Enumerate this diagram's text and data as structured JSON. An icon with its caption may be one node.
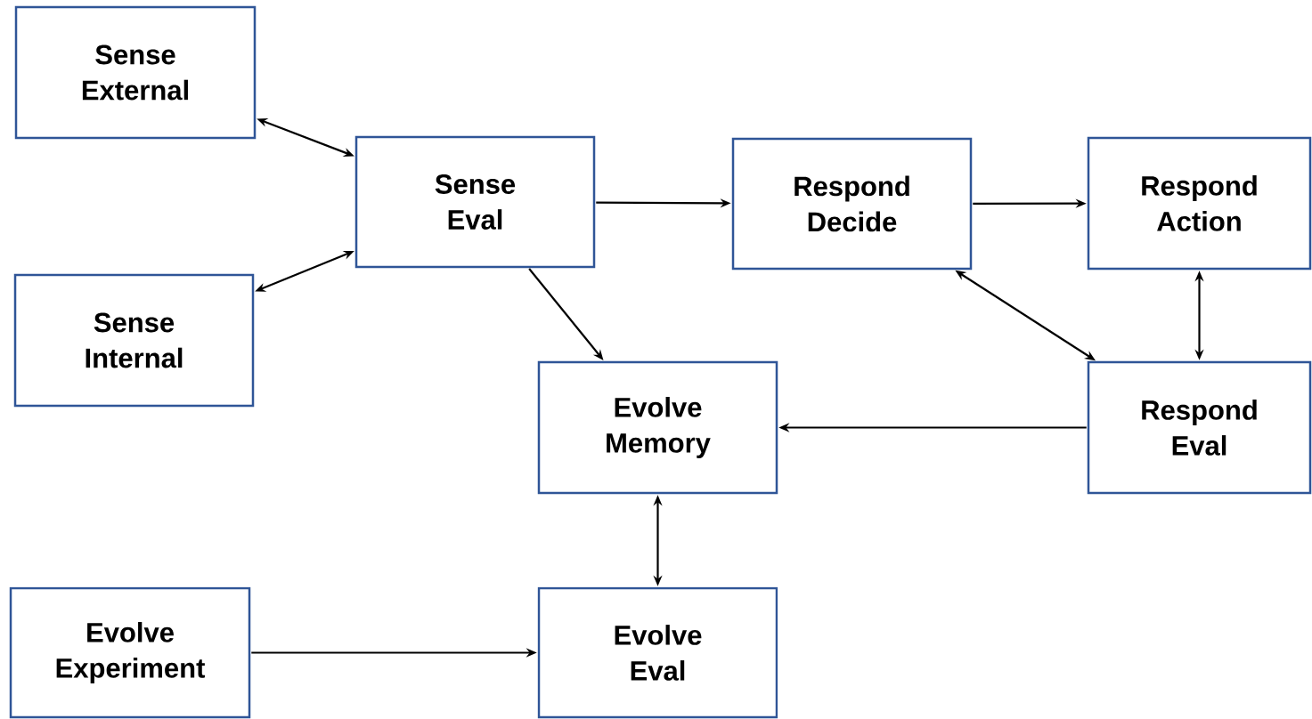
{
  "diagram": {
    "nodes": [
      {
        "text": [
          "Sense External"
        ]
      },
      {
        "text": [
          "Sense Eval"
        ]
      },
      {
        "text": [
          "Sense Internal"
        ]
      },
      {
        "text": [
          "Respond Decide"
        ]
      },
      {
        "text": [
          "Respond Action"
        ]
      },
      {
        "text": [
          "Evolve Memory"
        ]
      },
      {
        "text": [
          "Respond Eval"
        ]
      },
      {
        "text": [
          "Evolve Experiment"
        ]
      },
      {
        "text": [
          "Evolve Eval"
        ]
      }
    ],
    "edges": [
      {
        "from": 0,
        "to": 1,
        "arrow": "both"
      },
      {
        "from": 2,
        "to": 1,
        "arrow": "both"
      },
      {
        "from": 1,
        "to": 3,
        "arrow": "to"
      },
      {
        "from": 3,
        "to": 4,
        "arrow": "to"
      },
      {
        "from": 1,
        "to": 5,
        "arrow": "to"
      },
      {
        "from": 4,
        "to": 6,
        "arrow": "both"
      },
      {
        "from": 3,
        "to": 6,
        "arrow": "both"
      },
      {
        "from": 6,
        "to": 5,
        "arrow": "to"
      },
      {
        "from": 5,
        "to": 8,
        "arrow": "both"
      },
      {
        "from": 7,
        "to": 8,
        "arrow": "to"
      }
    ]
  }
}
